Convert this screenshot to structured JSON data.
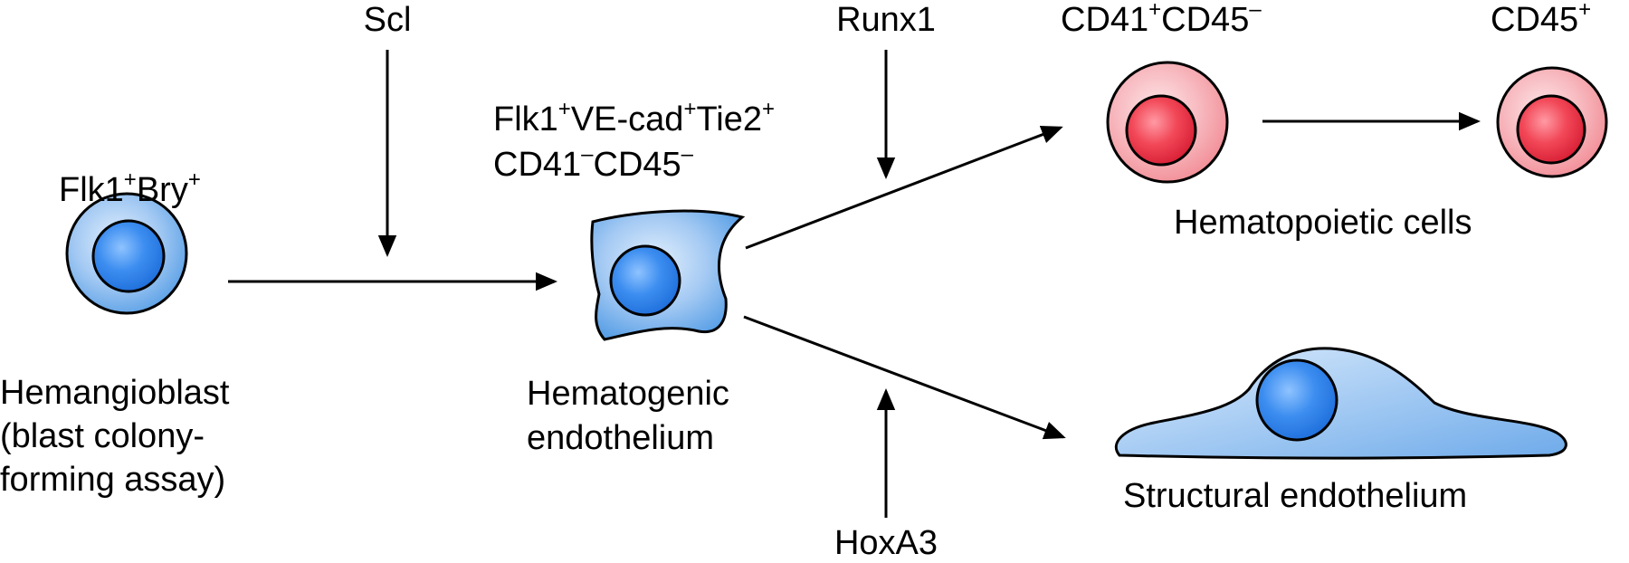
{
  "regulators": {
    "scl": "Scl",
    "runx1": "Runx1",
    "hoxa3": "HoxA3"
  },
  "hemangioblast": {
    "marker_base1": "Flk1",
    "marker_sup1": "+",
    "marker_base2": "Bry",
    "marker_sup2": "+",
    "name_line1": "Hemangioblast",
    "name_line2": "(blast colony-",
    "name_line3": "forming assay)"
  },
  "hematogenic": {
    "m1_base1": "Flk1",
    "m1_sup1": "+",
    "m1_base2": "VE-cad",
    "m1_sup2": "+",
    "m1_base3": "Tie2",
    "m1_sup3": "+",
    "m2_base1": "CD41",
    "m2_sup1": "–",
    "m2_base2": "CD45",
    "m2_sup2": "–",
    "name_line1": "Hematogenic",
    "name_line2": "endothelium"
  },
  "hematopoietic": {
    "a_base1": "CD41",
    "a_sup1": "+",
    "a_base2": "CD45",
    "a_sup2": "–",
    "b_base1": "CD45",
    "b_sup1": "+",
    "name": "Hematopoietic cells"
  },
  "structural": {
    "name": "Structural endothelium"
  },
  "colors": {
    "blue_cell": "#5aa0e6",
    "blue_nucleus": "#1f6fdc",
    "pink_cell": "#f28c95",
    "red_nucleus": "#e8283c",
    "outline": "#000000"
  }
}
